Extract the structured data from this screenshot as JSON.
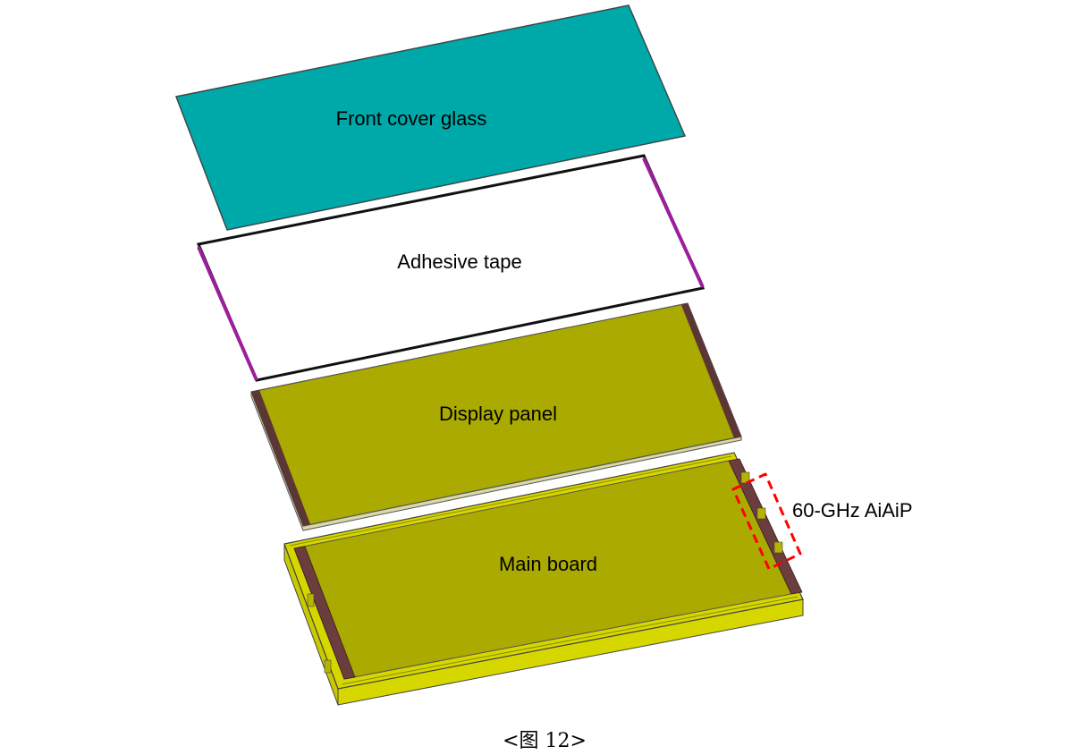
{
  "layers": {
    "front_cover_glass": {
      "label": "Front cover glass",
      "color": "#00a9a9"
    },
    "adhesive_tape": {
      "label": "Adhesive tape",
      "edge_color": "#9b1f9b"
    },
    "display_panel": {
      "label": "Display panel",
      "color": "#aaaa00",
      "edge_color": "#5c3535"
    },
    "main_board": {
      "label": "Main board",
      "color": "#aaaa00",
      "frame_color": "#d7d700",
      "rail_color": "#6b3d3d"
    }
  },
  "annotation": {
    "label": "60-GHz AiAiP",
    "highlight_color": "#ff0000"
  },
  "caption": "<图 12>"
}
